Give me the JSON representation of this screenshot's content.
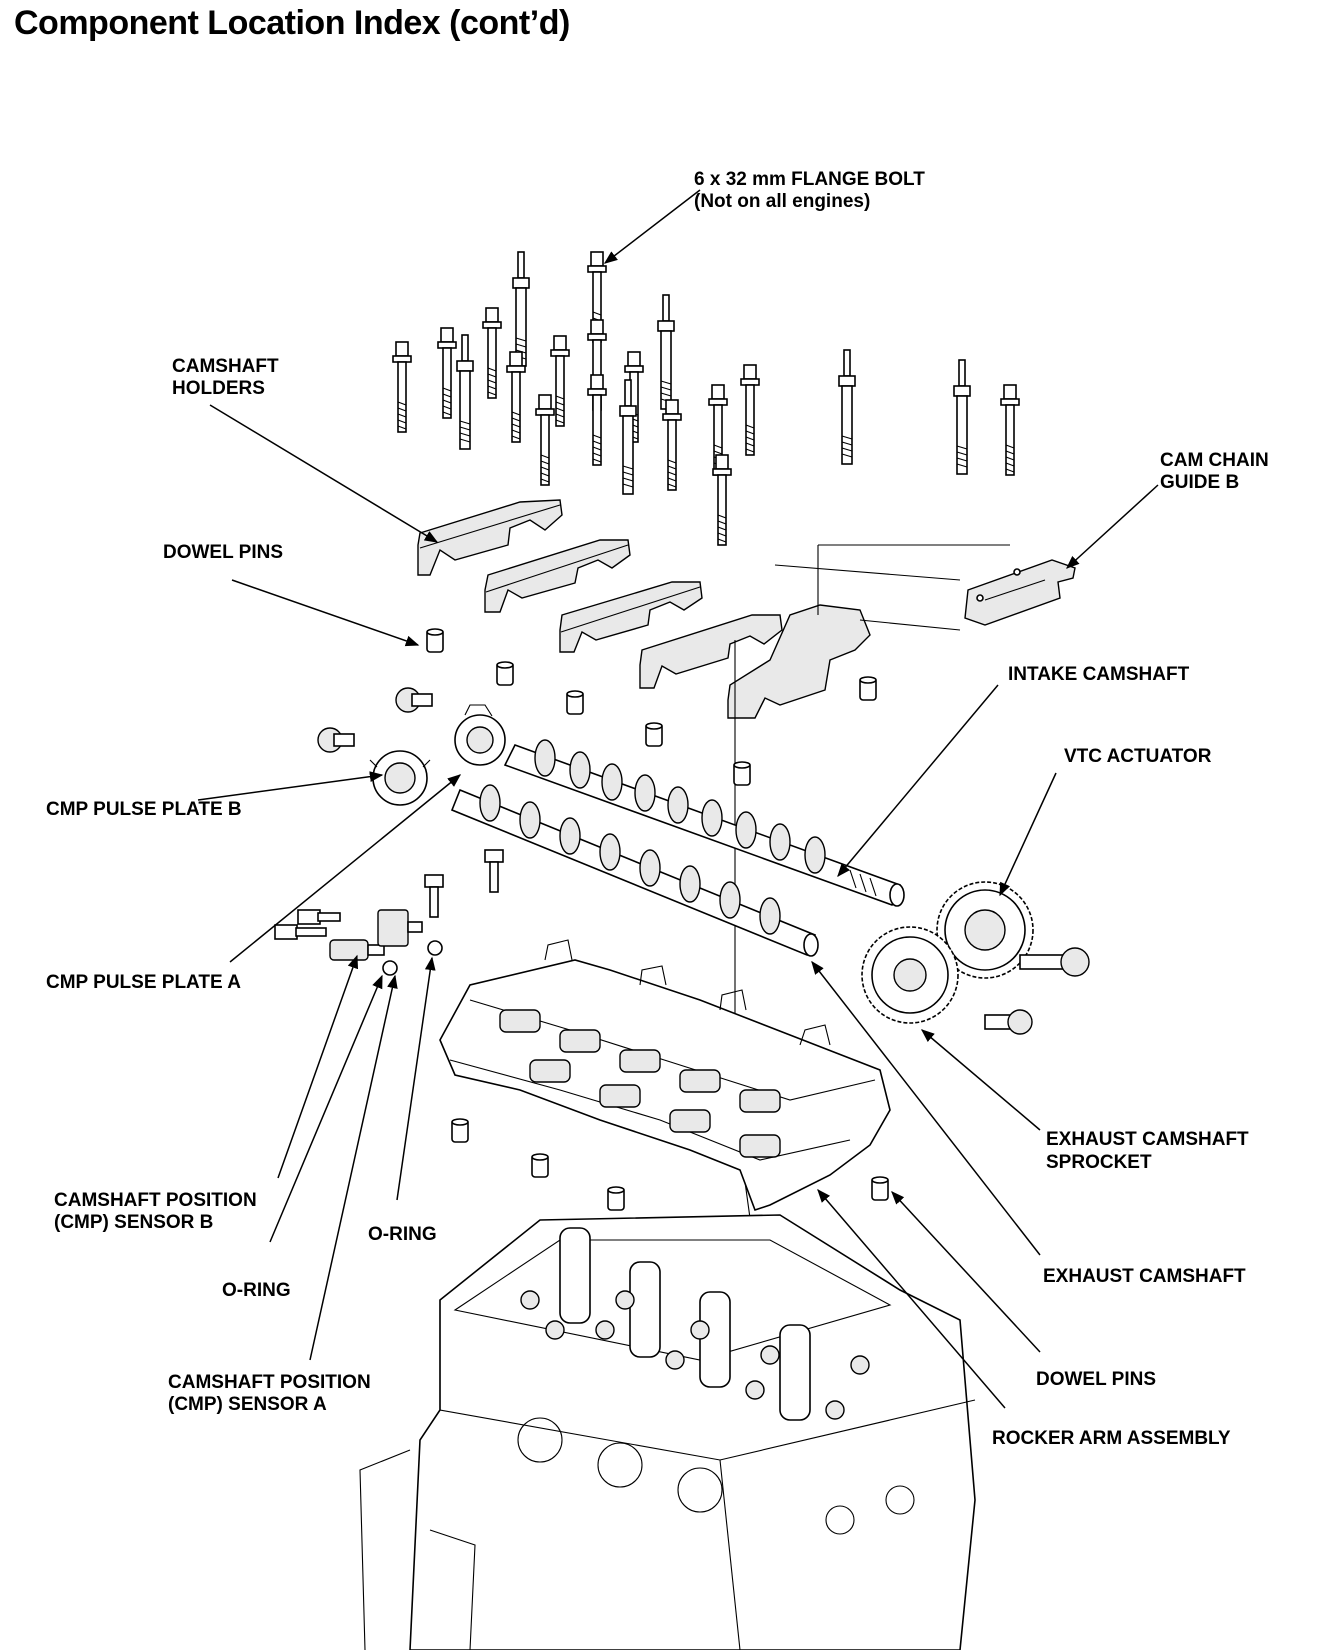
{
  "title": "Component Location Index (cont’d)",
  "labels": {
    "flange_bolt_1": "6 x 32 mm FLANGE BOLT",
    "flange_bolt_2": "(Not on all engines)",
    "camshaft_holders_1": "CAMSHAFT",
    "camshaft_holders_2": "HOLDERS",
    "cam_chain_guide_1": "CAM CHAIN",
    "cam_chain_guide_2": "GUIDE B",
    "dowel_pins_top": "DOWEL PINS",
    "intake_camshaft": "INTAKE CAMSHAFT",
    "vtc_actuator": "VTC ACTUATOR",
    "cmp_pulse_plate_b": "CMP PULSE PLATE B",
    "cmp_pulse_plate_a": "CMP PULSE PLATE A",
    "exhaust_sprocket_1": "EXHAUST CAMSHAFT",
    "exhaust_sprocket_2": "SPROCKET",
    "cmp_sensor_b_1": "CAMSHAFT POSITION",
    "cmp_sensor_b_2": "(CMP) SENSOR B",
    "o_ring_upper": "O-RING",
    "o_ring_lower": "O-RING",
    "exhaust_camshaft": "EXHAUST CAMSHAFT",
    "cmp_sensor_a_1": "CAMSHAFT POSITION",
    "cmp_sensor_a_2": "(CMP) SENSOR A",
    "dowel_pins_bottom": "DOWEL PINS",
    "rocker_arm_assembly": "ROCKER ARM ASSEMBLY"
  }
}
